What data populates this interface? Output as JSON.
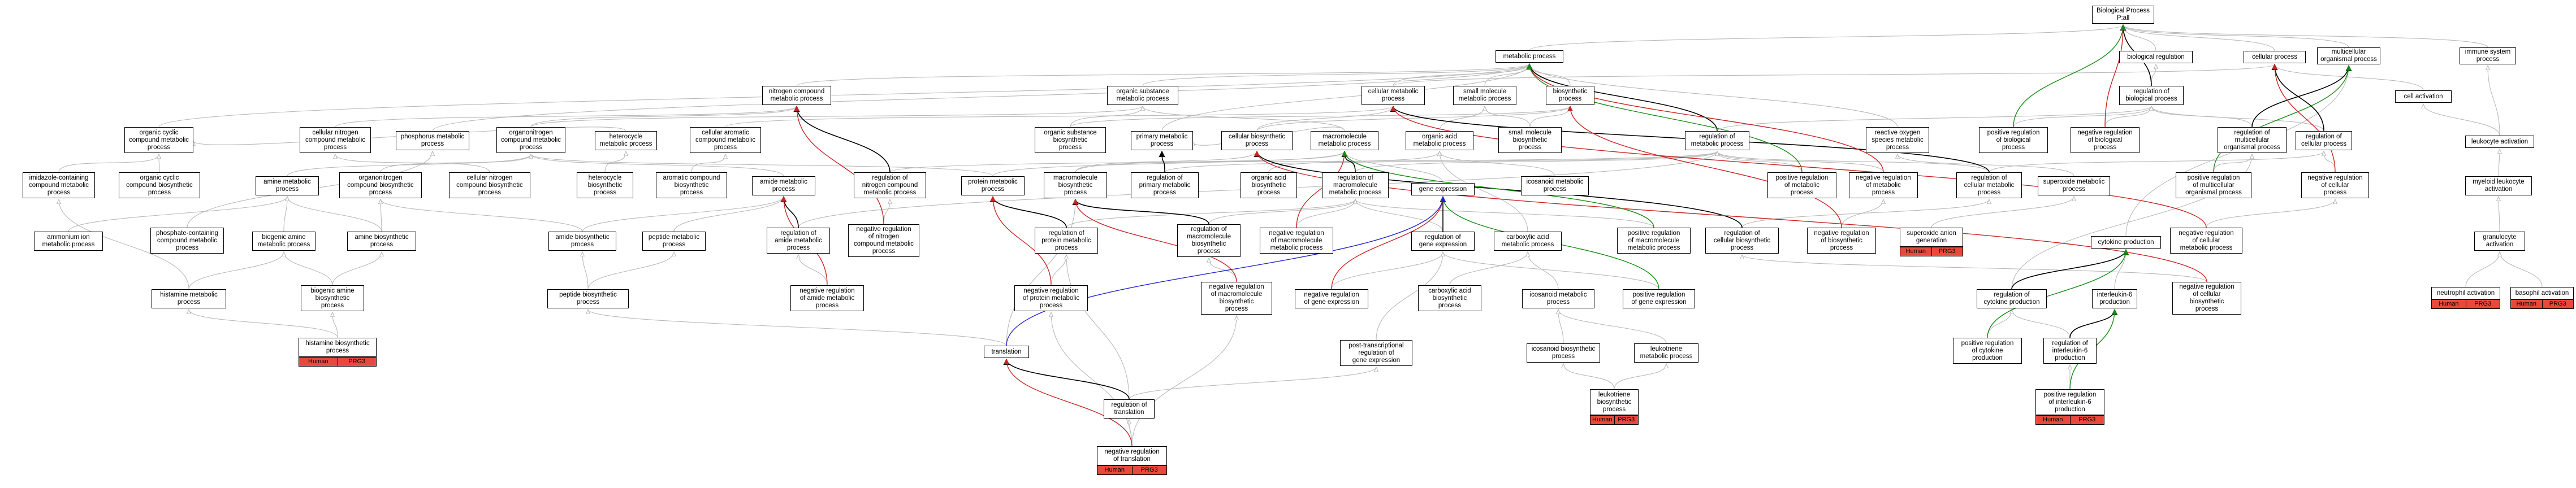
{
  "colors": {
    "gray": "#b8b8b8",
    "black": "#000000",
    "red": "#cc2222",
    "green": "#138a13",
    "blue": "#2323d0",
    "tag": "#e8493c"
  },
  "annotations": {
    "human": "Human",
    "prg": "PRG3"
  },
  "nodes": {
    "bp": "Biological Process\nP:all",
    "biol_reg": "biological regulation",
    "cell_proc": "cellular process",
    "multi_org": "multicellular\norganismal process",
    "immune": "immune system\nprocess",
    "metab": "metabolic process",
    "n_comp": "nitrogen compound\nmetabolic process",
    "org_sub": "organic substance\nmetabolic process",
    "cell_metab": "cellular metabolic\nprocess",
    "small_mol": "small molecule\nmetabolic process",
    "biosyn": "biosynthetic\nprocess",
    "reg_bio": "regulation of\nbiological process",
    "cell_act": "cell activation",
    "org_cyc": "organic cyclic\ncompound metabolic\nprocess",
    "cell_n_comp": "cellular nitrogen\ncompound metabolic\nprocess",
    "phos": "phosphorus metabolic\nprocess",
    "organon": "organonitrogen\ncompound metabolic\nprocess",
    "hetero": "heterocycle\nmetabolic process",
    "cell_arom": "cellular aromatic\ncompound metabolic\nprocess",
    "org_sub_bio": "organic substance\nbiosynthetic\nprocess",
    "prim": "primary metabolic\nprocess",
    "cell_bio": "cellular biosynthetic\nprocess",
    "macro": "macromolecule\nmetabolic process",
    "org_acid": "organic acid\nmetabolic process",
    "small_bio": "small molecule\nbiosynthetic\nprocess",
    "reg_met": "regulation of\nmetabolic process",
    "ros": "reactive oxygen\nspecies metabolic\nprocess",
    "pos_bio": "positive regulation\nof biological\nprocess",
    "neg_bio": "negative regulation\nof biological\nprocess",
    "reg_multi": "regulation of\nmulticellular\norganismal process",
    "reg_cell": "regulation of\ncellular process",
    "leuk_act": "leukocyte activation",
    "imid": "imidazole-containing\ncompound metabolic\nprocess",
    "org_cyc_bio": "organic cyclic\ncompound biosynthetic\nprocess",
    "amine": "amine metabolic\nprocess",
    "organon_bio": "organonitrogen\ncompound biosynthetic\nprocess",
    "cell_n_bio": "cellular nitrogen\ncompound biosynthetic\nprocess",
    "hetero_bio": "heterocycle\nbiosynthetic\nprocess",
    "arom": "aromatic compound\nbiosynthetic\nprocess",
    "amide": "amide metabolic\nprocess",
    "reg_n": "regulation of\nnitrogen compound\nmetabolic process",
    "prot": "protein metabolic\nprocess",
    "macro_bio": "macromolecule\nbiosynthetic\nprocess",
    "reg_prim": "regulation of\nprimary metabolic\nprocess",
    "org_acid_bio": "organic acid\nbiosynthetic\nprocess",
    "reg_macro": "regulation of\nmacromolecule\nmetabolic process",
    "gene_exp": "gene expression",
    "icos": "icosanoid metabolic\nprocess",
    "pos_met": "positive regulation\nof metabolic\nprocess",
    "neg_met": "negative regulation\nof metabolic\nprocess",
    "reg_cell_met": "regulation of\ncellular metabolic\nprocess",
    "superox": "superoxide metabolic\nprocess",
    "pos_multi": "positive regulation\nof multicellular\norganismal process",
    "neg_cell": "negative regulation\nof cellular\nprocess",
    "myeloid": "myeloid leukocyte\nactivation",
    "ammon": "ammonium ion\nmetabolic process",
    "phos_cont": "phosphate-containing\ncompound metabolic\nprocess",
    "bio_amine": "biogenic amine\nmetabolic process",
    "amine_bio": "amine biosynthetic\nprocess",
    "amide_bio": "amide biosynthetic\nprocess",
    "pept": "peptide metabolic\nprocess",
    "reg_amide": "regulation of\namide metabolic\nprocess",
    "neg_n": "negative regulation\nof nitrogen\ncompound metabolic\nprocess",
    "reg_prot": "regulation of\nprotein metabolic\nprocess",
    "reg_macro_bio": "regulation of\nmacromolecule\nbiosynthetic\nprocess",
    "neg_macro": "negative regulation\nof macromolecule\nmetabolic process",
    "reg_gene": "regulation of\ngene expression",
    "carbox": "carboxylic acid\nmetabolic process",
    "pos_macro": "positive regulation\nof macromolecule\nmetabolic process",
    "reg_cell_bio": "regulation of\ncellular biosynthetic\nprocess",
    "neg_biosyn": "negative regulation\nof biosynthetic\nprocess",
    "superox_gen": "superoxide anion\ngeneration",
    "cytok": "cytokine production",
    "neg_cell_met": "negative regulation\nof cellular\nmetabolic process",
    "granulo": "granulocyte\nactivation",
    "hist_met": "histamine metabolic\nprocess",
    "bio_amine_bio": "biogenic amine\nbiosynthetic\nprocess",
    "pept_bio": "peptide biosynthetic\nprocess",
    "neg_amide": "negative regulation\nof amide metabolic\nprocess",
    "neg_prot": "negative regulation\nof protein metabolic\nprocess",
    "neg_macro_bio": "negative regulation\nof macromolecule\nbiosynthetic\nprocess",
    "neg_gene": "negative regulation\nof gene expression",
    "carbox_bio": "carboxylic acid\nbiosynthetic\nprocess",
    "icos_met2": "icosanoid metabolic\nprocess",
    "pos_gene": "positive regulation\nof gene expression",
    "reg_cytok": "regulation of\ncytokine production",
    "il6": "interleukin-6\nproduction",
    "neg_cell_bio": "negative regulation\nof cellular\nbiosynthetic\nprocess",
    "neutro": "neutrophil activation",
    "baso": "basophil activation",
    "hist_bio": "histamine biosynthetic\nprocess",
    "ptgr": "post-transcriptional\nregulation of\ngene expression",
    "icos_bio": "icosanoid biosynthetic\nprocess",
    "leukot": "leukotriene\nmetabolic process",
    "pos_cytok": "positive regulation\nof cytokine\nproduction",
    "reg_il6": "regulation of\ninterleukin-6\nproduction",
    "transl": "translation",
    "leukot_bio": "leukotriene\nbiosynthetic\nprocess",
    "pos_il6": "positive regulation\nof interleukin-6\nproduction",
    "reg_transl": "regulation of\ntranslation",
    "neg_transl": "negative regulation\nof translation"
  }
}
